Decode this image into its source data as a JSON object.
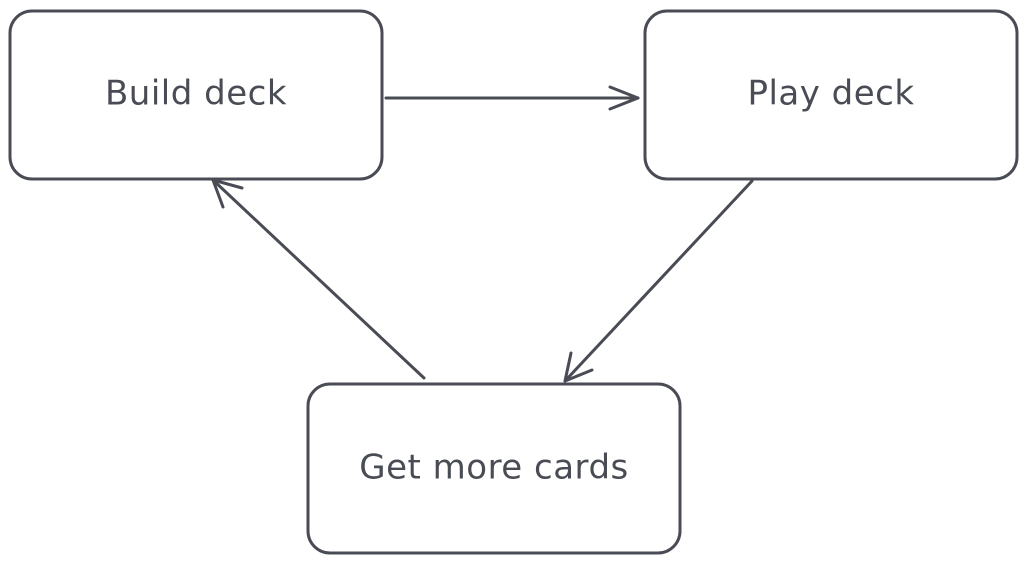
{
  "colors": {
    "stroke": "#494c54",
    "fill": "#ffffff",
    "background": "#ffffff"
  },
  "nodes": [
    {
      "id": "build",
      "label": "Build deck"
    },
    {
      "id": "play",
      "label": "Play deck"
    },
    {
      "id": "cards",
      "label": "Get more cards"
    }
  ],
  "edges": [
    {
      "from": "build",
      "to": "play"
    },
    {
      "from": "play",
      "to": "cards"
    },
    {
      "from": "cards",
      "to": "build"
    }
  ]
}
